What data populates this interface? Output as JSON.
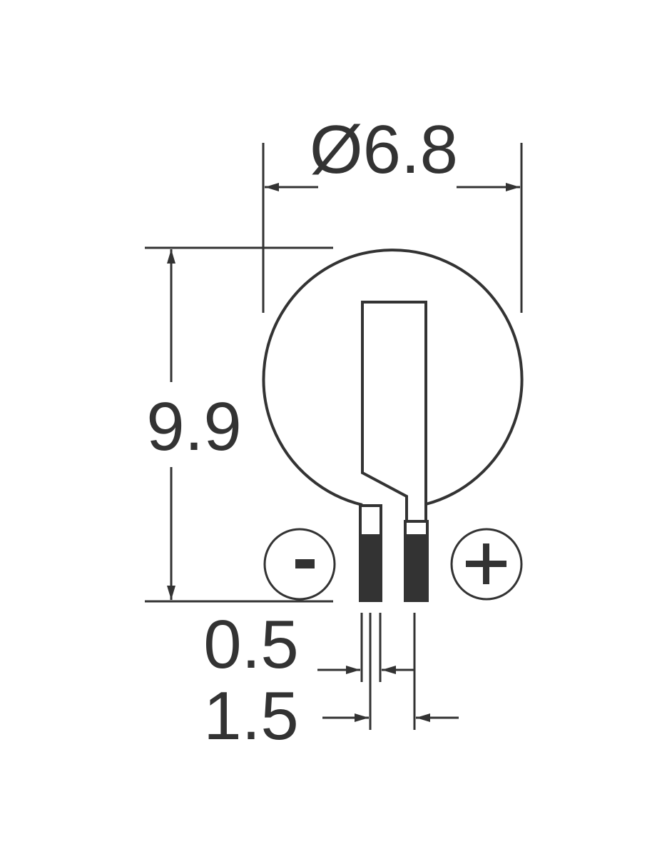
{
  "drawing": {
    "type": "mechanical-dimension-drawing",
    "subject": "coin cell battery with PCB tabs",
    "units": "mm",
    "colors": {
      "line": "#333333",
      "background": "#ffffff"
    },
    "dimensions": {
      "diameter": {
        "label": "Ø6.8",
        "value": 6.8,
        "symbol": "Ø",
        "orientation": "horizontal"
      },
      "height": {
        "label": "9.9",
        "value": 9.9,
        "orientation": "vertical"
      },
      "tab_width": {
        "label": "0.5",
        "value": 0.5,
        "orientation": "horizontal"
      },
      "tab_pitch": {
        "label": "1.5",
        "value": 1.5,
        "orientation": "horizontal"
      }
    },
    "polarity": {
      "negative": {
        "symbol": "-",
        "side": "left"
      },
      "positive": {
        "symbol": "+",
        "side": "right"
      }
    }
  }
}
